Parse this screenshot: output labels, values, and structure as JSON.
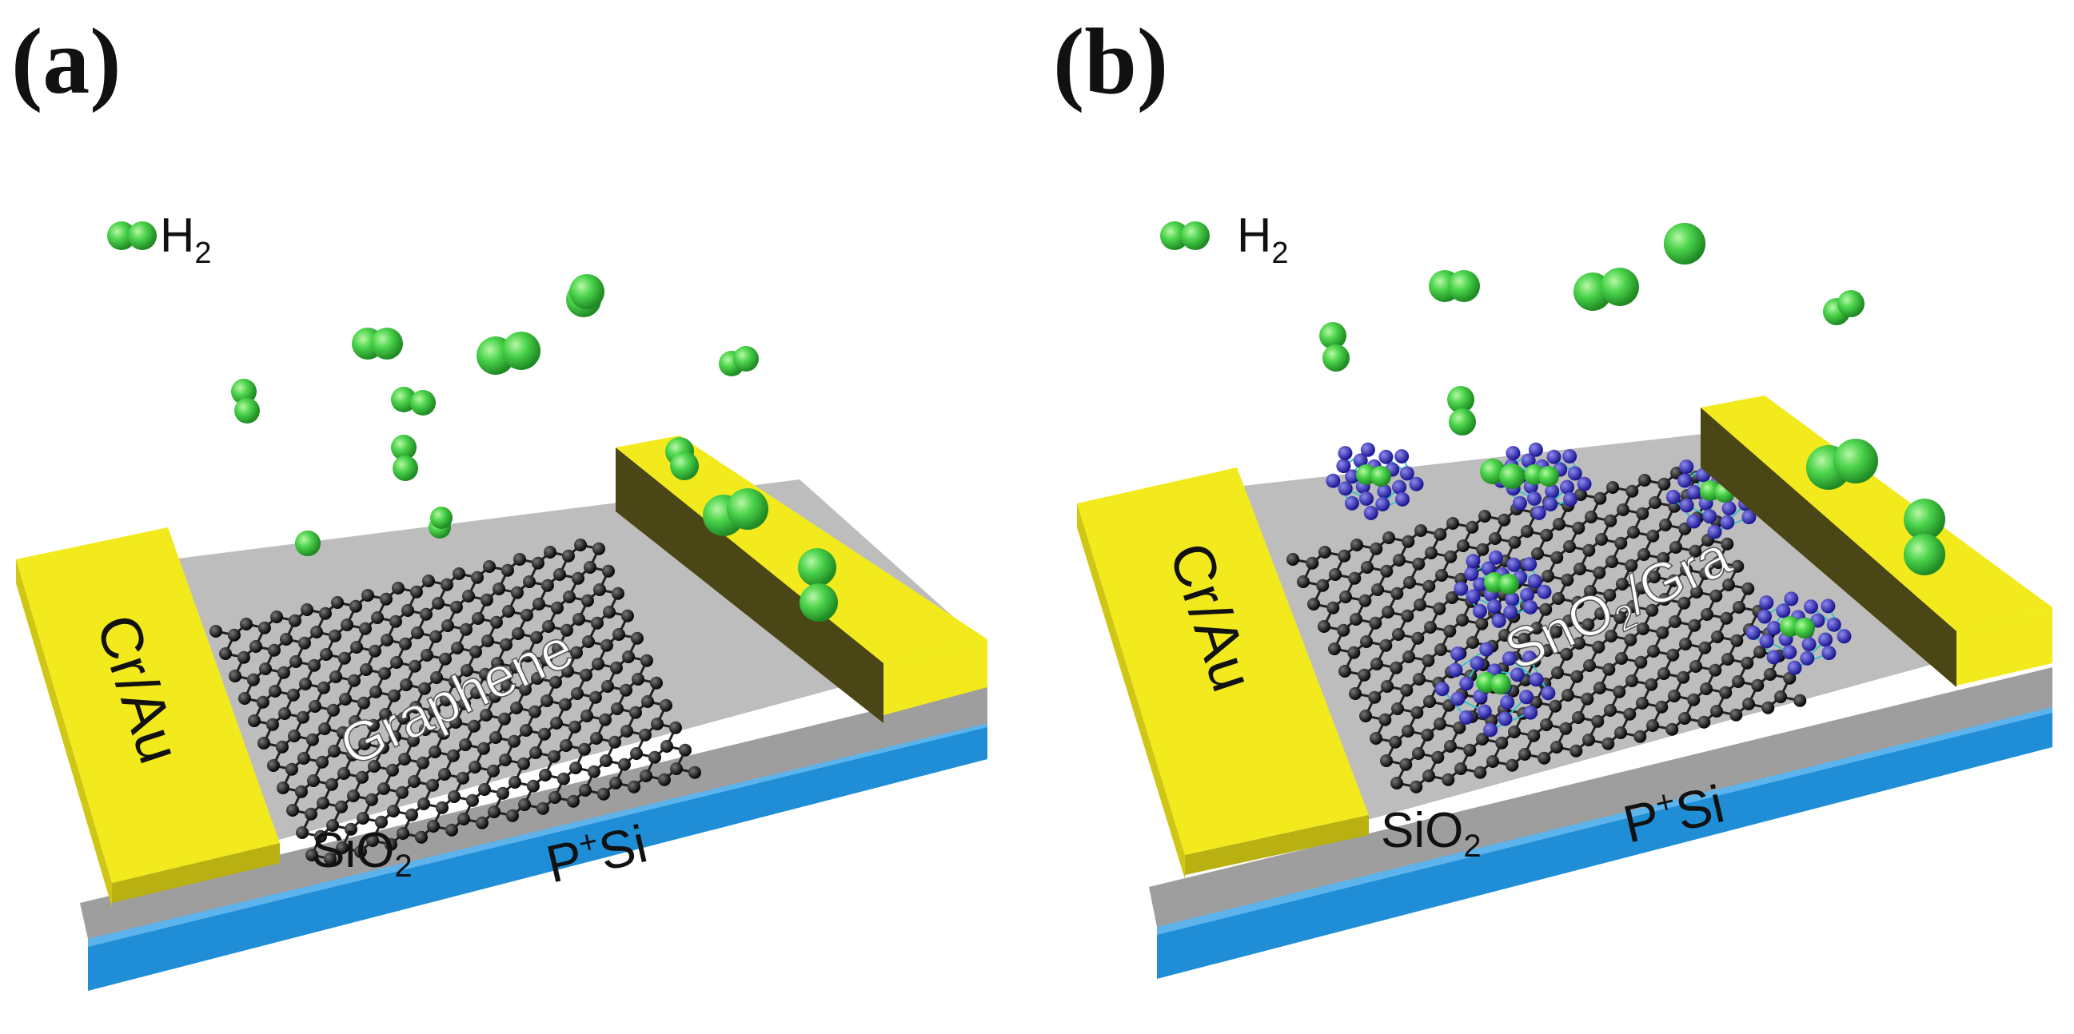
{
  "panels": [
    {
      "label": "(a)",
      "legend_text": "H",
      "legend_sub": "2",
      "electrode_label": "Cr/Au",
      "channel_label": "Graphene",
      "oxide_label": "SiO",
      "oxide_sub": "2",
      "substrate_label": "P",
      "substrate_sup": "+",
      "substrate_rest": "Si"
    },
    {
      "label": "(b)",
      "legend_text": "H",
      "legend_sub": "2",
      "electrode_label": "Cr/Au",
      "channel_label": "SnO",
      "channel_sub": "2",
      "channel_rest": "/Gra",
      "oxide_label": "SiO",
      "oxide_sub": "2",
      "substrate_label": "P",
      "substrate_sup": "+",
      "substrate_rest": "Si"
    }
  ],
  "colors": {
    "electrode": "#f2ea1c",
    "oxide": "#bdbdbd",
    "substrate": "#1f8ed6",
    "hydrogen": "#4cd44c",
    "carbon": "#1a1a1a",
    "tin_oxide": "#3a35c4"
  }
}
